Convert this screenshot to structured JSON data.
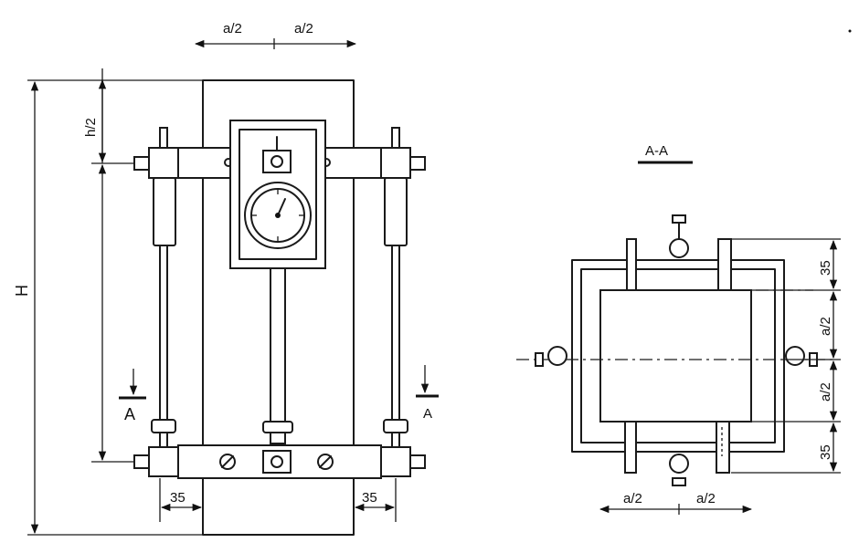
{
  "front_view": {
    "top_dim_left": "a/2",
    "top_dim_right": "a/2",
    "height_label": "H",
    "half_height_label": "h/2",
    "section_mark_left": "A",
    "section_mark_right": "A",
    "bottom_dim_left": "35",
    "bottom_dim_right": "35"
  },
  "section_view": {
    "title": "A-A",
    "dim_top": "35",
    "dim_upper_mid": "a/2",
    "dim_lower_mid": "a/2",
    "dim_bottom": "35",
    "bottom_dim_left": "a/2",
    "bottom_dim_right": "a/2"
  }
}
